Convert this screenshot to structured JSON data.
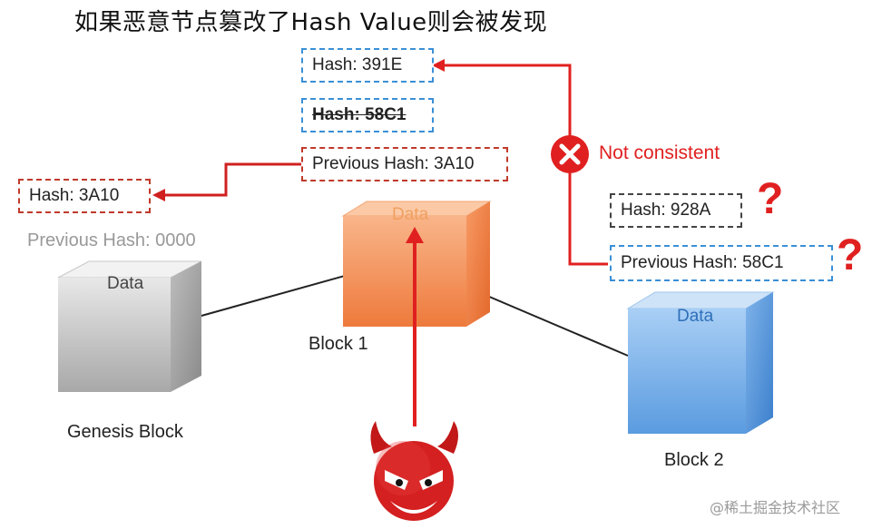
{
  "title": "如果恶意节点篡改了Hash Value则会被发现",
  "boxes": {
    "hash_391e": "Hash: 391E",
    "hash_58c1_struck": "Hash: 58C1",
    "prev_hash_3a10": "Previous Hash: 3A10",
    "genesis_hash": "Hash: 3A10",
    "genesis_prev_hash": "Previous Hash: 0000",
    "block2_hash": "Hash: 928A",
    "block2_prev_hash": "Previous Hash: 58C1"
  },
  "status": {
    "not_consistent": "Not consistent"
  },
  "blocks": {
    "genesis": {
      "name": "Genesis Block",
      "data": "Data"
    },
    "block1": {
      "name": "Block 1",
      "data": "Data"
    },
    "block2": {
      "name": "Block 2",
      "data": "Data"
    }
  },
  "marks": {
    "question": "?"
  },
  "watermark": "@稀土掘金技术社区",
  "colors": {
    "red": "#e02020",
    "blue_border": "#3a8fd6",
    "orange_cube": "#f08040",
    "blue_cube": "#4a90d9",
    "gray_cube": "#bbbbbb"
  }
}
